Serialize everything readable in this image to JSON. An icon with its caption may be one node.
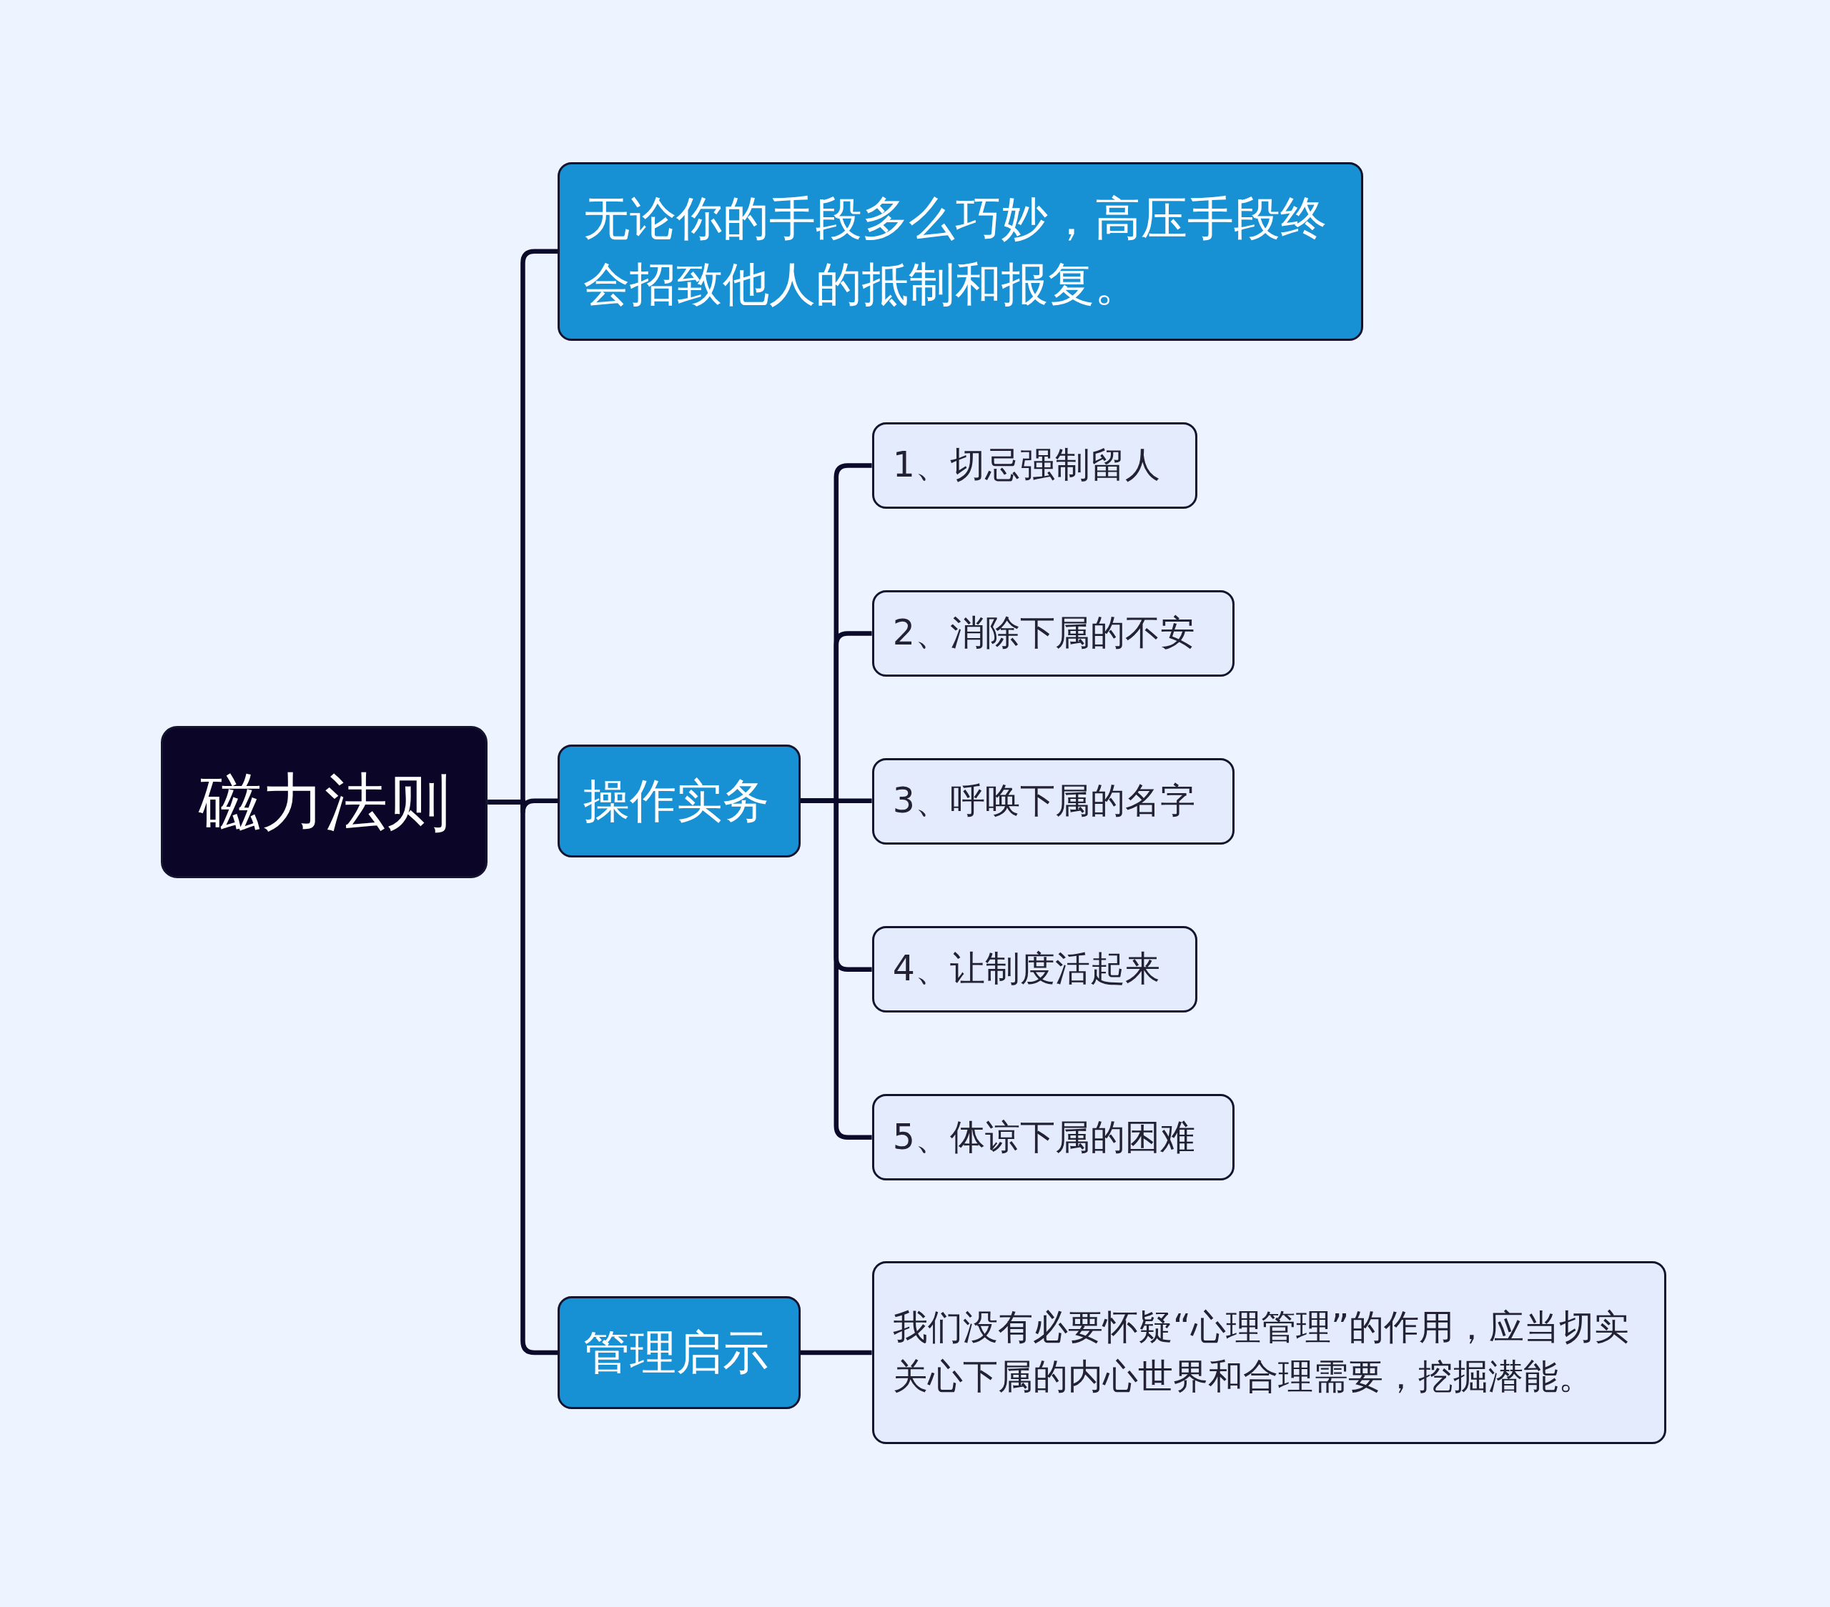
{
  "diagram": {
    "nodes": [
      {
        "text": [
          "磁力法则"
        ]
      },
      {
        "text": [
          "无论你的手段多么巧妙，高压手段终会招致他人的抵制和报复。"
        ]
      },
      {
        "text": [
          "操作实务"
        ]
      },
      {
        "text": [
          "1、切忌强制留人"
        ]
      },
      {
        "text": [
          "2、消除下属的不安"
        ]
      },
      {
        "text": [
          "3、呼唤下属的名字"
        ]
      },
      {
        "text": [
          "4、让制度活起来"
        ]
      },
      {
        "text": [
          "5、体谅下属的困难"
        ]
      },
      {
        "text": [
          "管理启示"
        ]
      },
      {
        "text": [
          "我们没有必要怀疑“心理管理”的作用，应当切实关心下属的内心世界和合理需要，挖掘潜能。"
        ]
      }
    ],
    "edges": [
      {
        "from": 0,
        "to": 1,
        "arrow": "none"
      },
      {
        "from": 0,
        "to": 2,
        "arrow": "none"
      },
      {
        "from": 0,
        "to": 8,
        "arrow": "none"
      },
      {
        "from": 2,
        "to": 3,
        "arrow": "none"
      },
      {
        "from": 2,
        "to": 4,
        "arrow": "none"
      },
      {
        "from": 2,
        "to": 5,
        "arrow": "none"
      },
      {
        "from": 2,
        "to": 6,
        "arrow": "none"
      },
      {
        "from": 2,
        "to": 7,
        "arrow": "none"
      },
      {
        "from": 8,
        "to": 9,
        "arrow": "none"
      }
    ]
  }
}
